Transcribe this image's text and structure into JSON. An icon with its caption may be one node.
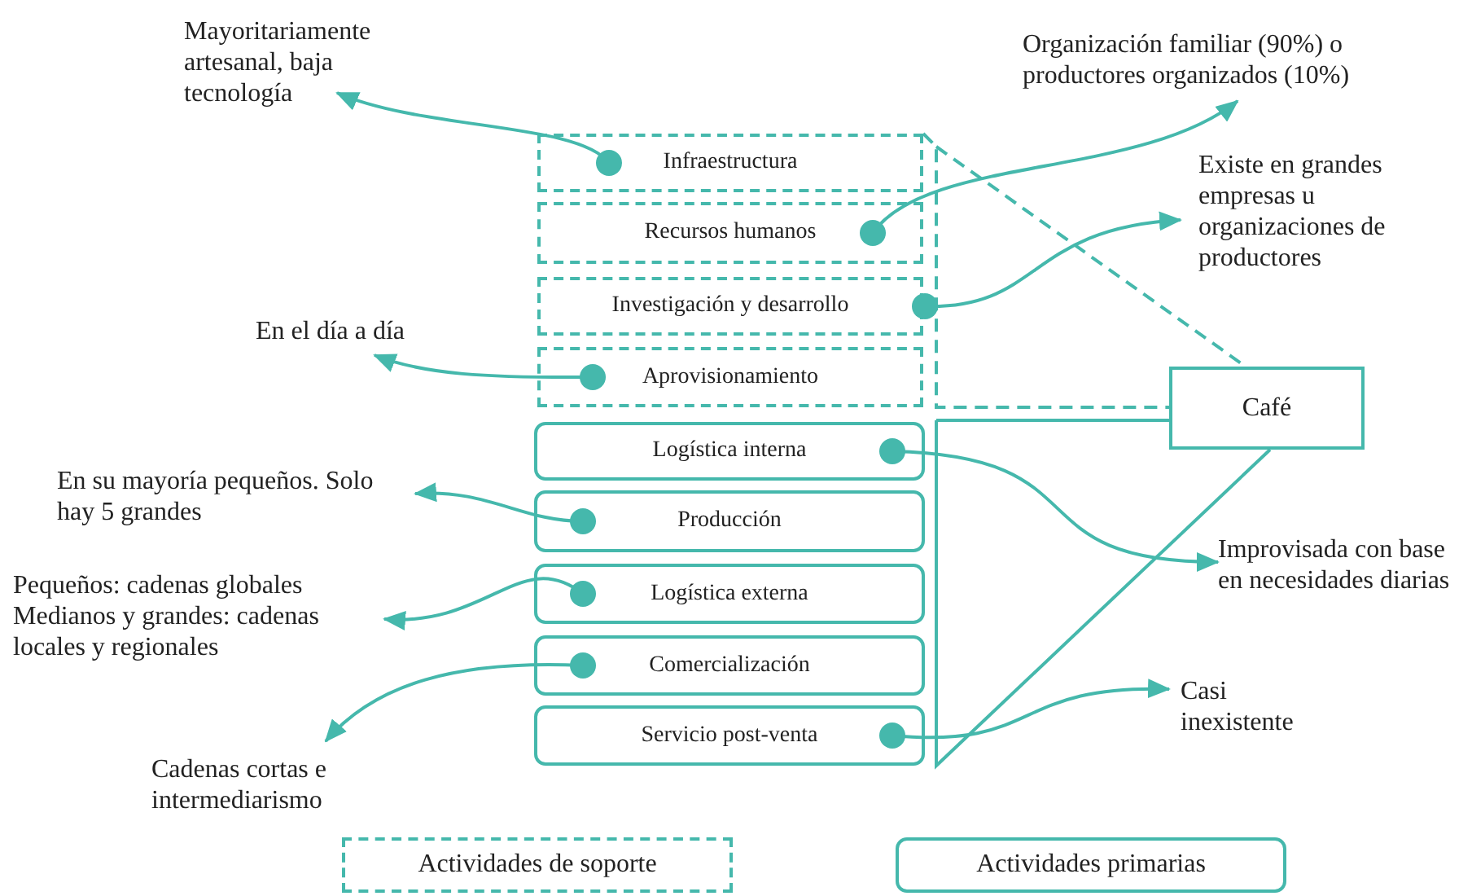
{
  "diagram": {
    "nodes": [
      {
        "text": [
          "Infraestructura"
        ]
      },
      {
        "text": [
          "Recursos humanos"
        ]
      },
      {
        "text": [
          "Investigación y desarrollo"
        ]
      },
      {
        "text": [
          "Aprovisionamiento"
        ]
      },
      {
        "text": [
          "Logística interna"
        ]
      },
      {
        "text": [
          "Producción"
        ]
      },
      {
        "text": [
          "Logística externa"
        ]
      },
      {
        "text": [
          "Comercialización"
        ]
      },
      {
        "text": [
          "Servicio post-venta"
        ]
      },
      {
        "text": [
          "Café"
        ]
      },
      {
        "text": [
          "Mayoritariamente artesanal, baja tecnología"
        ]
      },
      {
        "text": [
          "Organización familiar (90%) o productores organizados (10%)"
        ]
      },
      {
        "text": [
          "Existe en grandes empresas u organizaciones de productores"
        ]
      },
      {
        "text": [
          "En el día a día"
        ]
      },
      {
        "text": [
          "En su mayoría pequeños. Solo hay 5 grandes"
        ]
      },
      {
        "text": [
          "Pequeños: cadenas globales Medianos y grandes: cadenas locales y regionales"
        ]
      },
      {
        "text": [
          "Cadenas cortas e intermediarismo"
        ]
      },
      {
        "text": [
          "Improvisada con base en necesidades diarias"
        ]
      },
      {
        "text": [
          "Casi inexistente"
        ]
      }
    ],
    "edges": [
      {
        "from": 0,
        "to": 10,
        "arrow": "to"
      },
      {
        "from": 1,
        "to": 11,
        "arrow": "to"
      },
      {
        "from": 2,
        "to": 12,
        "arrow": "to"
      },
      {
        "from": 3,
        "to": 13,
        "arrow": "to"
      },
      {
        "from": 5,
        "to": 14,
        "arrow": "to"
      },
      {
        "from": 6,
        "to": 15,
        "arrow": "to"
      },
      {
        "from": 7,
        "to": 16,
        "arrow": "to"
      },
      {
        "from": 4,
        "to": 17,
        "arrow": "to"
      },
      {
        "from": 8,
        "to": 18,
        "arrow": "to"
      }
    ],
    "legend": [
      {
        "text": "Actividades de soporte"
      },
      {
        "text": "Actividades primarias"
      }
    ]
  }
}
